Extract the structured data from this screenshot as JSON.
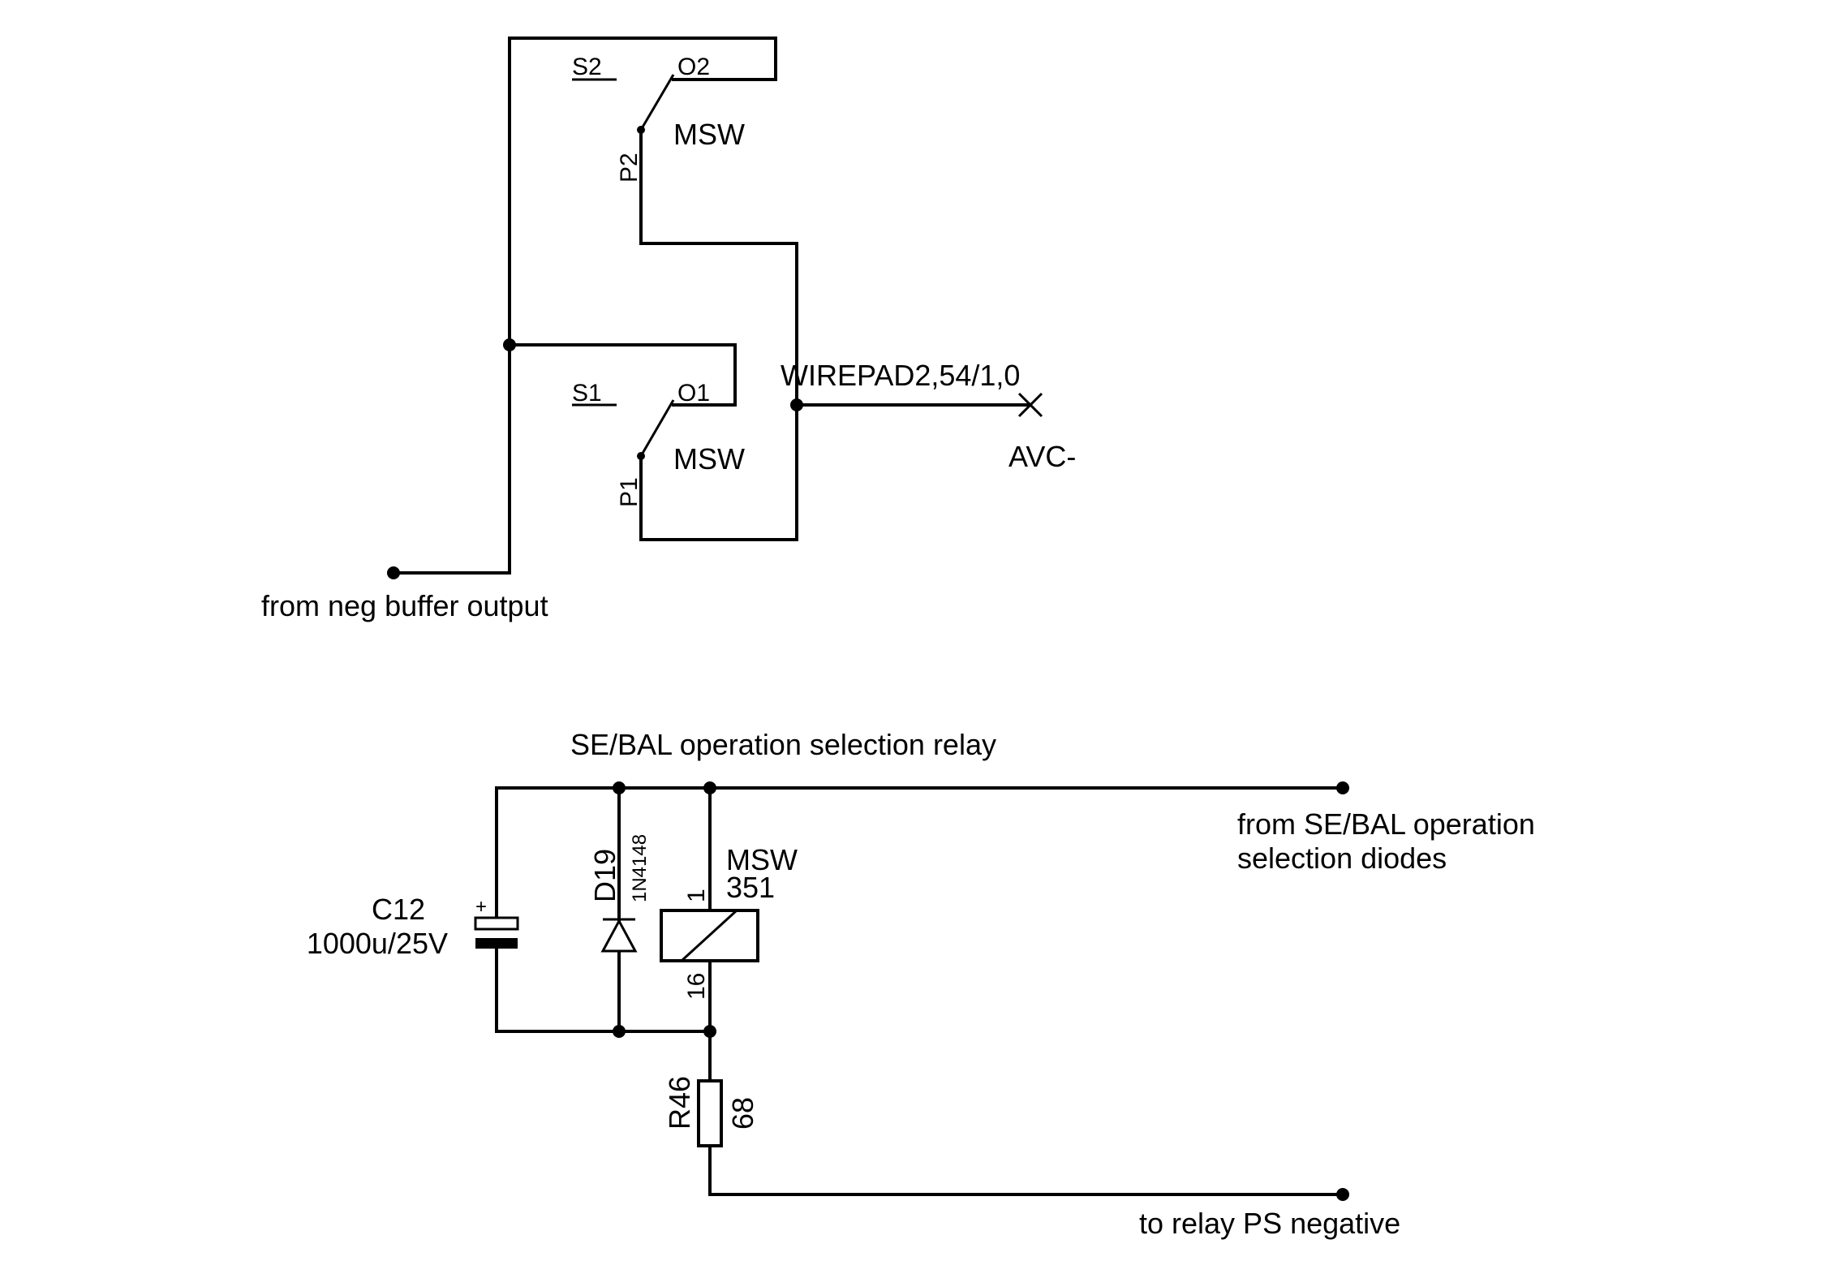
{
  "labels": {
    "s2": "S2",
    "o2": "O2",
    "msw_top": "MSW",
    "p2": "P2",
    "s1": "S1",
    "o1": "O1",
    "msw_mid": "MSW",
    "p1": "P1",
    "wirepad": "WIREPAD2,54/1,0",
    "avc": "AVC-",
    "from_neg": "from neg buffer output",
    "relay_title": "SE/BAL operation selection relay",
    "from_sebal_line1": "from SE/BAL operation",
    "from_sebal_line2": "selection diodes",
    "c12_name": "C12",
    "c12_value": "1000u/25V",
    "cap_plus": "+",
    "d19_name": "D19",
    "d19_value": "1N4148",
    "msw_relay": "MSW",
    "relay_value": "351",
    "pin1": "1",
    "pin16": "16",
    "r46_name": "R46",
    "r46_value": "68",
    "to_relay_ps": "to relay PS negative"
  },
  "colors": {
    "ink": "#000000",
    "background": "#ffffff"
  }
}
